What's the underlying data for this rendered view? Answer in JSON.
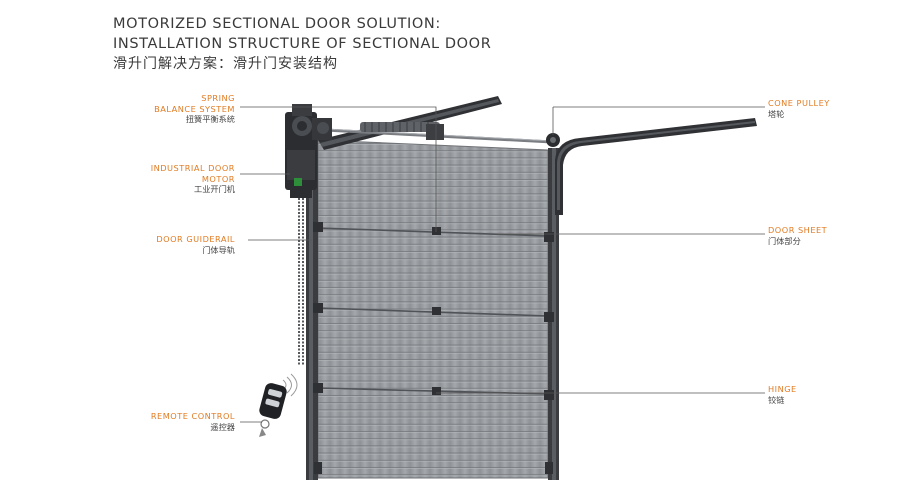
{
  "title": {
    "line1": "MOTORIZED SECTIONAL DOOR SOLUTION:",
    "line2": "INSTALLATION STRUCTURE OF SECTIONAL DOOR",
    "line3": "滑升门解决方案：滑升门安装结构"
  },
  "callouts": {
    "spring_balance": {
      "en1": "SPRING",
      "en2": "BALANCE SYSTEM",
      "cn": "扭簧平衡系统"
    },
    "door_motor": {
      "en1": "INDUSTRIAL DOOR",
      "en2": "MOTOR",
      "cn": "工业开门机"
    },
    "door_guiderail": {
      "en": "DOOR GUIDERAIL",
      "cn": "门体导轨"
    },
    "remote_control": {
      "en": "REMOTE CONTROL",
      "cn": "遥控器"
    },
    "cone_pulley": {
      "en": "CONE PULLEY",
      "cn": "塔轮"
    },
    "door_sheet": {
      "en": "DOOR SHEET",
      "cn": "门体部分"
    },
    "hinge": {
      "en": "HINGE",
      "cn": "铰链"
    }
  },
  "colors": {
    "accent_orange": "#e07b22",
    "door_panel": "#9c9fa3",
    "frame_dark": "#2b2d30",
    "leader_line": "#555555"
  }
}
